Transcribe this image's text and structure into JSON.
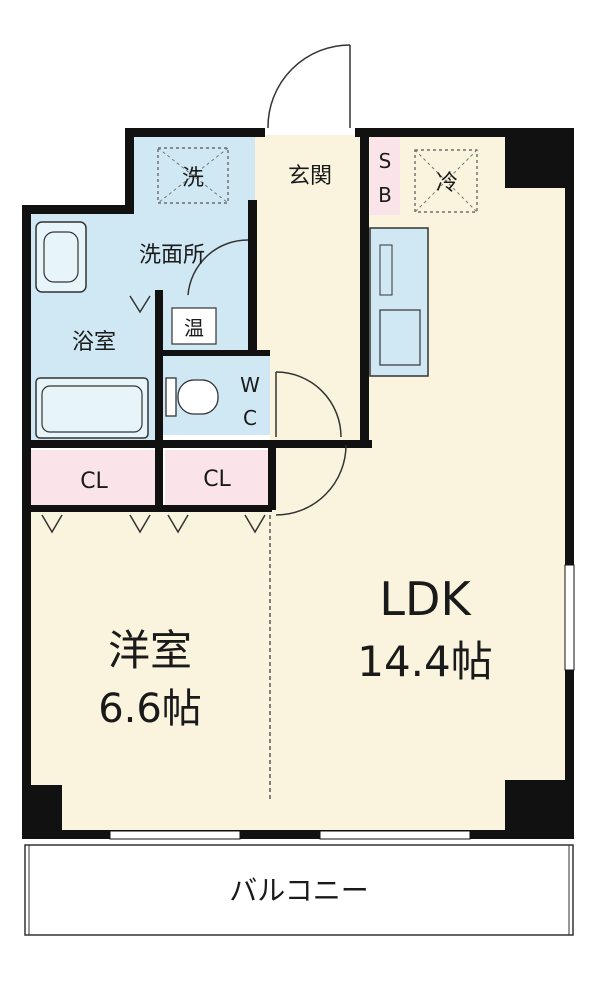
{
  "rooms": {
    "wash": "洗",
    "washroom": "洗面所",
    "water_heater": "温",
    "bath": "浴室",
    "entrance": "玄関",
    "sb_top": "S",
    "sb_bottom": "B",
    "fridge": "冷",
    "wc_top": "W",
    "wc_bottom": "C",
    "closet_left": "CL",
    "closet_right": "CL",
    "western_name": "洋室",
    "western_size": "6.6帖",
    "ldk_name": "LDK",
    "ldk_size": "14.4帖",
    "balcony": "バルコニー"
  },
  "colors": {
    "wall": "#111111",
    "floor_beige": "#faf3dd",
    "wet_blue": "#cfe8f3",
    "closet_pink": "#fbe3ea",
    "balcony": "#ffffff"
  }
}
